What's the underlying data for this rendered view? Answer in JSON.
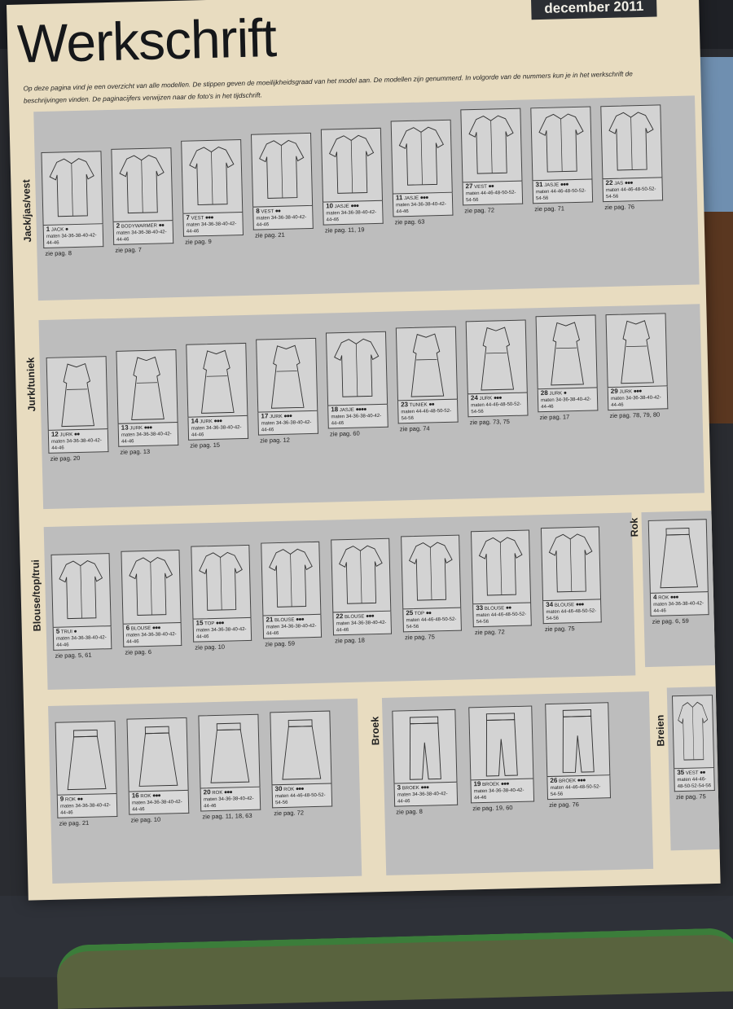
{
  "header": {
    "date": "december 2011",
    "title": "Werkschrift",
    "intro": "Op deze pagina vind je een overzicht van alle modellen. De stippen geven de moeilijkheidsgraad van het model aan. De modellen zijn genummerd. In volgorde van de nummers kun je in het werkschrift de beschrijvingen vinden. De paginacijfers verwijzen naar de foto's in het tijdschrift."
  },
  "sections": {
    "jack": {
      "label": "Jack/jas/vest",
      "models": [
        {
          "num": "1",
          "name": "JACK",
          "stars": "●",
          "sizes": "maten 34-36-38-40-42-44-46",
          "page": "zie pag. 8"
        },
        {
          "num": "2",
          "name": "BODYWARMER",
          "stars": "●●",
          "sizes": "maten 34-36-38-40-42-44-46",
          "page": "zie pag. 7"
        },
        {
          "num": "7",
          "name": "VEST",
          "stars": "●●●",
          "sizes": "maten 34-36-38-40-42-44-46",
          "page": "zie pag. 9"
        },
        {
          "num": "8",
          "name": "VEST",
          "stars": "●●",
          "sizes": "maten 34-36-38-40-42-44-46",
          "page": "zie pag. 21"
        },
        {
          "num": "10",
          "name": "JASJE",
          "stars": "●●●",
          "sizes": "maten 34-36-38-40-42-44-46",
          "page": "zie pag. 11, 19"
        },
        {
          "num": "11",
          "name": "JASJE",
          "stars": "●●●",
          "sizes": "maten 34-36-38-40-42-44-46",
          "page": "zie pag. 63"
        },
        {
          "num": "27",
          "name": "VEST",
          "stars": "●●",
          "sizes": "maten 44-46-48-50-52-54-56",
          "page": "zie pag. 72"
        },
        {
          "num": "31",
          "name": "JASJE",
          "stars": "●●●",
          "sizes": "maten 44-46-48-50-52-54-56",
          "page": "zie pag. 71"
        },
        {
          "num": "22",
          "name": "JAS",
          "stars": "●●●",
          "sizes": "maten 44-46-48-50-52-54-56",
          "page": "zie pag. 76"
        }
      ]
    },
    "jurk": {
      "label": "Jurk/tuniek",
      "models": [
        {
          "num": "12",
          "name": "JURK",
          "stars": "●●",
          "sizes": "maten 34-36-38-40-42-44-46",
          "page": "zie pag. 20"
        },
        {
          "num": "13",
          "name": "JURK",
          "stars": "●●●",
          "sizes": "maten 34-36-38-40-42-44-46",
          "page": "zie pag. 13"
        },
        {
          "num": "14",
          "name": "JURK",
          "stars": "●●●",
          "sizes": "maten 34-36-38-40-42-44-46",
          "page": "zie pag. 15"
        },
        {
          "num": "17",
          "name": "JURK",
          "stars": "●●●",
          "sizes": "maten 34-36-38-40-42-44-46",
          "page": "zie pag. 12"
        },
        {
          "num": "18",
          "name": "JASJE",
          "stars": "●●●●",
          "sizes": "maten 34-36-38-40-42-44-46",
          "page": "zie pag. 60"
        },
        {
          "num": "23",
          "name": "TUNIEK",
          "stars": "●●",
          "sizes": "maten 44-46-48-50-52-54-56",
          "page": "zie pag. 74"
        },
        {
          "num": "24",
          "name": "JURK",
          "stars": "●●●",
          "sizes": "maten 44-46-48-50-52-54-56",
          "page": "zie pag. 73, 75"
        },
        {
          "num": "28",
          "name": "JURK",
          "stars": "●",
          "sizes": "maten 34-36-38-40-42-44-46",
          "page": "zie pag. 17"
        },
        {
          "num": "29",
          "name": "JURK",
          "stars": "●●●",
          "sizes": "maten 34-36-38-40-42-44-46",
          "page": "zie pag. 78, 79, 80"
        }
      ]
    },
    "blouse": {
      "label": "Blouse/top/trui",
      "models": [
        {
          "num": "5",
          "name": "TRUI",
          "stars": "●",
          "sizes": "maten 34-36-38-40-42-44-46",
          "page": "zie pag. 5, 61"
        },
        {
          "num": "6",
          "name": "BLOUSE",
          "stars": "●●●",
          "sizes": "maten 34-36-38-40-42-44-46",
          "page": "zie pag. 6"
        },
        {
          "num": "15",
          "name": "TOP",
          "stars": "●●●",
          "sizes": "maten 34-36-38-40-42-44-46",
          "page": "zie pag. 10"
        },
        {
          "num": "21",
          "name": "BLOUSE",
          "stars": "●●●",
          "sizes": "maten 34-36-38-40-42-44-46",
          "page": "zie pag. 59"
        },
        {
          "num": "22",
          "name": "BLOUSE",
          "stars": "●●●",
          "sizes": "maten 34-36-38-40-42-44-46",
          "page": "zie pag. 18"
        },
        {
          "num": "25",
          "name": "TOP",
          "stars": "●●",
          "sizes": "maten 44-46-48-50-52-54-56",
          "page": "zie pag. 75"
        },
        {
          "num": "33",
          "name": "BLOUSE",
          "stars": "●●",
          "sizes": "maten 44-46-48-50-52-54-56",
          "page": "zie pag. 72"
        },
        {
          "num": "34",
          "name": "BLOUSE",
          "stars": "●●●",
          "sizes": "maten 44-46-48-50-52-54-56",
          "page": "zie pag. 75"
        }
      ]
    },
    "rok_top": {
      "label": "Rok",
      "models": [
        {
          "num": "4",
          "name": "ROK",
          "stars": "●●●",
          "sizes": "maten 34-36-38-40-42-44-46",
          "page": "zie pag. 6, 59"
        }
      ]
    },
    "rok": {
      "models": [
        {
          "num": "9",
          "name": "ROK",
          "stars": "●●",
          "sizes": "maten 34-36-38-40-42-44-46",
          "page": "zie pag. 21"
        },
        {
          "num": "16",
          "name": "ROK",
          "stars": "●●●",
          "sizes": "maten 34-36-38-40-42-44-46",
          "page": "zie pag. 10"
        },
        {
          "num": "20",
          "name": "ROK",
          "stars": "●●●",
          "sizes": "maten 34-36-38-40-42-44-46",
          "page": "zie pag. 11, 18, 63"
        },
        {
          "num": "30",
          "name": "ROK",
          "stars": "●●●",
          "sizes": "maten 44-46-48-50-52-54-56",
          "page": "zie pag. 72"
        }
      ]
    },
    "broek": {
      "label": "Broek",
      "models": [
        {
          "num": "3",
          "name": "BROEK",
          "stars": "●●●",
          "sizes": "maten 34-36-38-40-42-44-46",
          "page": "zie pag. 8"
        },
        {
          "num": "19",
          "name": "BROEK",
          "stars": "●●●",
          "sizes": "maten 34-36-38-40-42-44-46",
          "page": "zie pag. 19, 60"
        },
        {
          "num": "26",
          "name": "BROEK",
          "stars": "●●●",
          "sizes": "maten 44-46-48-50-52-54-56",
          "page": "zie pag. 76"
        }
      ]
    },
    "breien": {
      "label": "Breien",
      "models": [
        {
          "num": "35",
          "name": "VEST",
          "stars": "●●",
          "sizes": "maten 44-46-48-50-52-54-56",
          "page": "zie pag. 75"
        }
      ]
    }
  }
}
